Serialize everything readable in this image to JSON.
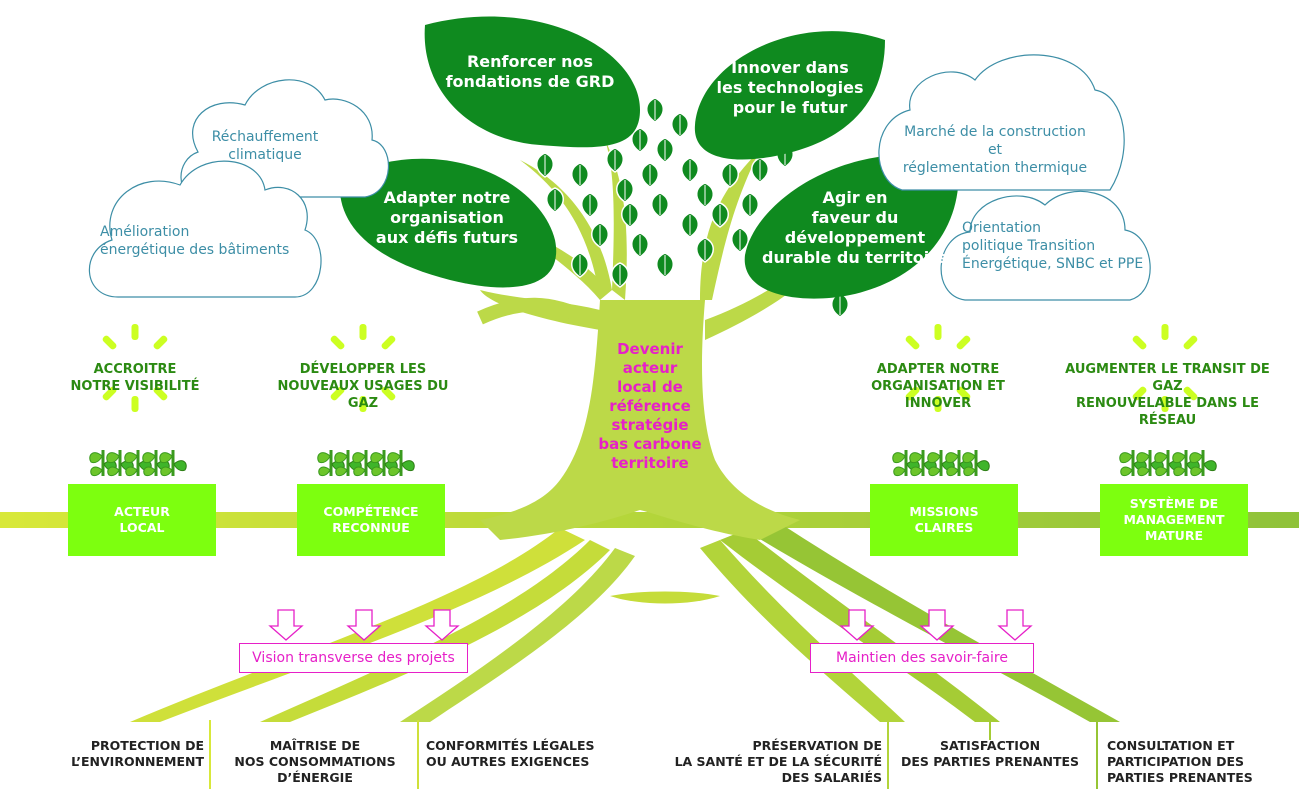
{
  "center": {
    "lines": [
      "Devenir",
      "acteur",
      "local de",
      "référence",
      "stratégie",
      "bas carbone",
      "territoire"
    ]
  },
  "leaves": [
    {
      "lines": [
        "Renforcer nos",
        "fondations de GRD"
      ]
    },
    {
      "lines": [
        "Innover dans",
        "les technologies",
        "pour le futur"
      ]
    },
    {
      "lines": [
        "Adapter notre",
        "organisation",
        "aux défis futurs"
      ]
    },
    {
      "lines": [
        "Agir en",
        "faveur du",
        "développement",
        "durable du territoire"
      ]
    }
  ],
  "clouds": [
    {
      "lines": [
        "Réchauffement",
        "climatique"
      ]
    },
    {
      "lines": [
        "Amélioration",
        "énergétique des bâtiments"
      ]
    },
    {
      "lines": [
        "Marché de la construction et",
        "réglementation thermique"
      ]
    },
    {
      "lines": [
        "Orientation",
        "politique Transition",
        "Énergétique, SNBC et PPE"
      ]
    }
  ],
  "goals": [
    {
      "lines": [
        "ACCROITRE",
        "NOTRE VISIBILITÉ"
      ]
    },
    {
      "lines": [
        "DÉVELOPPER LES",
        "NOUVEAUX USAGES DU GAZ"
      ]
    },
    {
      "lines": [
        "ADAPTER NOTRE",
        "ORGANISATION ET INNOVER"
      ]
    },
    {
      "lines": [
        "AUGMENTER LE TRANSIT DE GAZ",
        "RENOUVELABLE DANS LE RÉSEAU"
      ]
    }
  ],
  "boxes": [
    {
      "lines": [
        "ACTEUR",
        "LOCAL"
      ]
    },
    {
      "lines": [
        "COMPÉTENCE",
        "RECONNUE"
      ]
    },
    {
      "lines": [
        "MISSIONS",
        "CLAIRES"
      ]
    },
    {
      "lines": [
        "SYSTÈME DE",
        "MANAGEMENT",
        "MATURE"
      ]
    }
  ],
  "support": [
    {
      "label": "Vision transverse des projets"
    },
    {
      "label": "Maintien des savoir-faire"
    }
  ],
  "roots": [
    {
      "lines": [
        "PROTECTION DE",
        "L’ENVIRONNEMENT"
      ]
    },
    {
      "lines": [
        "MAÎTRISE DE",
        "NOS CONSOMMATIONS",
        "D’ÉNERGIE"
      ]
    },
    {
      "lines": [
        "CONFORMITÉS LÉGALES",
        "OU AUTRES EXIGENCES"
      ]
    },
    {
      "lines": [
        "PRÉSERVATION DE",
        "LA SANTÉ ET DE LA SÉCURITÉ",
        "DES SALARIÉS"
      ]
    },
    {
      "lines": [
        "SATISFACTION",
        "DES PARTIES PRENANTES"
      ]
    },
    {
      "lines": [
        "CONSULTATION ET",
        "PARTICIPATION DES",
        "PARTIES PRENANTES"
      ]
    }
  ],
  "colors": {
    "leaf": "#0f8a1f",
    "tree": "#bcd948",
    "ground": "#a5cc35",
    "box": "#7dff0f",
    "accent": "#e620c8",
    "cloud_stroke": "#3d8ea6",
    "goal_text": "#2b8a12"
  }
}
